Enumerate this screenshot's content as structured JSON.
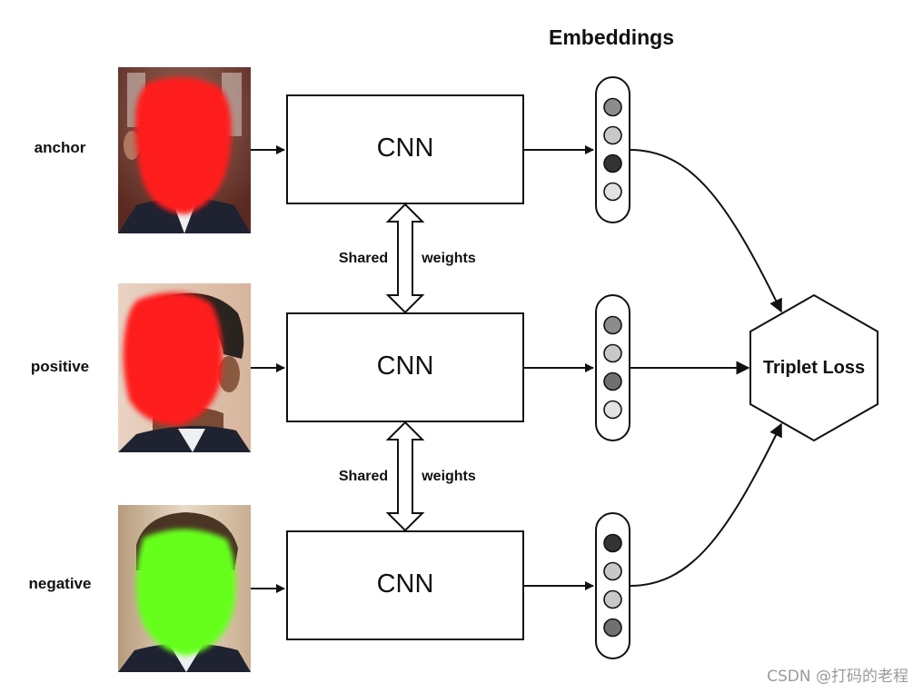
{
  "title": "Embeddings",
  "rows": [
    {
      "label": "anchor",
      "cnn": "CNN",
      "face": "red-masked-face",
      "embedding": [
        "#8c8c8c",
        "#c8c8c8",
        "#333333",
        "#e2e2e2"
      ]
    },
    {
      "label": "positive",
      "cnn": "CNN",
      "face": "red-masked-face",
      "embedding": [
        "#8c8c8c",
        "#c8c8c8",
        "#707070",
        "#e2e2e2"
      ]
    },
    {
      "label": "negative",
      "cnn": "CNN",
      "face": "green-masked-face",
      "embedding": [
        "#333333",
        "#c8c8c8",
        "#c8c8c8",
        "#707070"
      ]
    }
  ],
  "shared": [
    {
      "left": "Shared",
      "right": "weights"
    },
    {
      "left": "Shared",
      "right": "weights"
    }
  ],
  "loss": "Triplet Loss",
  "watermark": "CSDN @打码的老程",
  "colors": {
    "mask_red": "#ff1a1a",
    "mask_green": "#66ff1a",
    "stroke": "#111111"
  }
}
